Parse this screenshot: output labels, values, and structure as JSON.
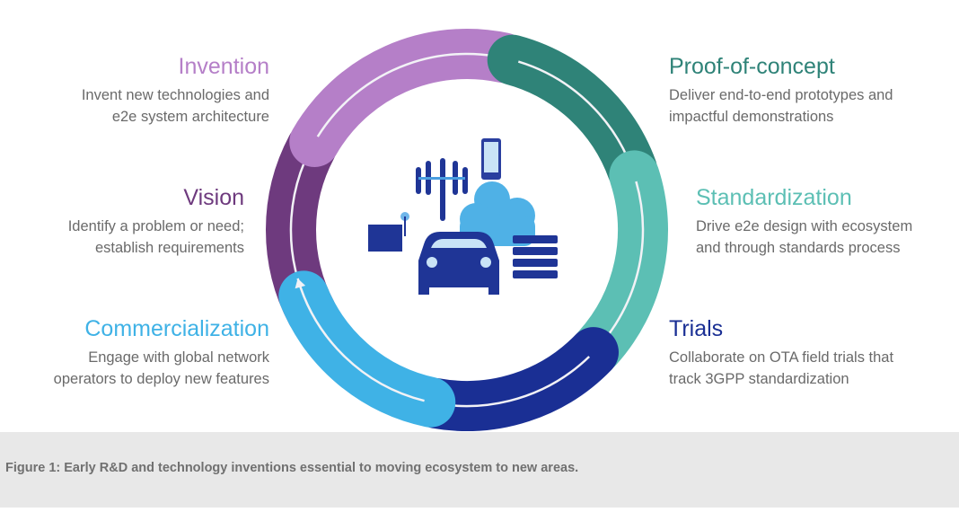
{
  "stages": [
    {
      "id": "invention",
      "title": "Invention",
      "description": [
        "Invent new technologies and",
        "e2e system architecture"
      ],
      "color": "#b57fc8"
    },
    {
      "id": "proof-of-concept",
      "title": "Proof-of-concept",
      "description": [
        "Deliver end-to-end prototypes and",
        "impactful demonstrations"
      ],
      "color": "#2f8378"
    },
    {
      "id": "standardization",
      "title": "Standardization",
      "description": [
        "Drive e2e design with ecosystem",
        "and through standards process"
      ],
      "color": "#5cbfb4"
    },
    {
      "id": "trials",
      "title": "Trials",
      "description": [
        "Collaborate on OTA field trials that",
        "track 3GPP standardization"
      ],
      "color": "#1a2f94"
    },
    {
      "id": "commercialization",
      "title": "Commercialization",
      "description": [
        "Engage with global network",
        "operators to deploy new features"
      ],
      "color": "#3fb2e6"
    },
    {
      "id": "vision",
      "title": "Vision",
      "description": [
        "Identify a problem or need;",
        "establish requirements"
      ],
      "color": "#6e3a7e"
    }
  ],
  "center_icons": [
    "cell-tower-icon",
    "smartphone-icon",
    "cloud-icon",
    "server-icon",
    "car-icon",
    "roadside-unit-icon"
  ],
  "caption": "Figure 1: Early R&D and technology inventions essential to moving ecosystem to new areas."
}
